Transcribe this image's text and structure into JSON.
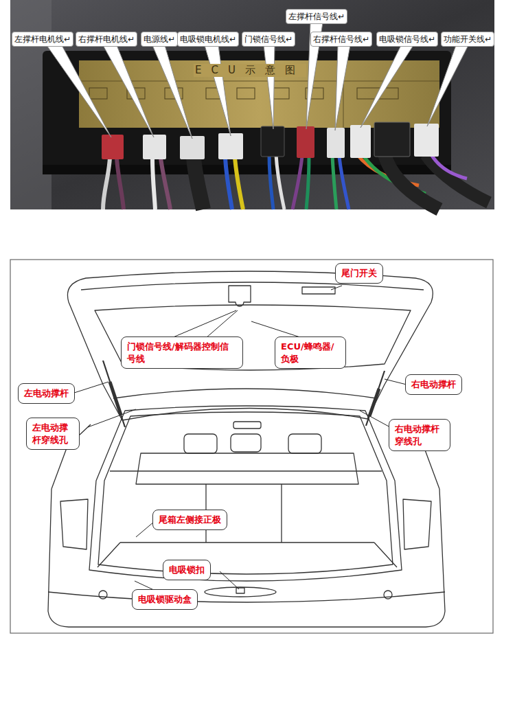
{
  "diagram": {
    "nodes": [
      {
        "text": [
          "左撑杆电机线↵"
        ]
      },
      {
        "text": [
          "右撑杆电机线↵"
        ]
      },
      {
        "text": [
          "电源线↵"
        ]
      },
      {
        "text": [
          "电吸锁电机线↵"
        ]
      },
      {
        "text": [
          "门锁信号线↵"
        ]
      },
      {
        "text": [
          "左撑杆信号线↵"
        ]
      },
      {
        "text": [
          "右撑杆信号线↵"
        ]
      },
      {
        "text": [
          "电吸锁信号线↵"
        ]
      },
      {
        "text": [
          "功能开关线↵"
        ]
      },
      {
        "text": [
          "尾门开关"
        ]
      },
      {
        "text": [
          "门锁信号线/解码器控制信号线"
        ]
      },
      {
        "text": [
          "ECU/蜂鸣器/负极"
        ]
      },
      {
        "text": [
          "左电动撑杆"
        ]
      },
      {
        "text": [
          "右电动撑杆"
        ]
      },
      {
        "text": [
          "左电动撑杆穿线孔"
        ]
      },
      {
        "text": [
          "右电动撑杆穿线孔"
        ]
      },
      {
        "text": [
          "尾箱左侧接正极"
        ]
      },
      {
        "text": [
          "电吸锁扣"
        ]
      },
      {
        "text": [
          "电吸锁驱动盒"
        ]
      }
    ],
    "labels": [
      "ECU示意图"
    ]
  }
}
